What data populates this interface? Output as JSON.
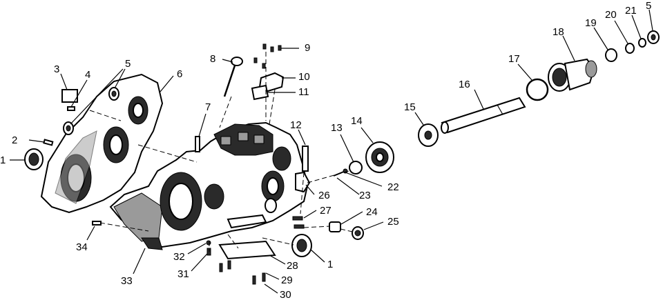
{
  "callouts": [
    "1",
    "2",
    "3",
    "4",
    "5",
    "6",
    "7",
    "8",
    "9",
    "10",
    "11",
    "12",
    "13",
    "14",
    "15",
    "16",
    "17",
    "18",
    "19",
    "20",
    "21",
    "22",
    "23",
    "24",
    "25",
    "26",
    "27",
    "28",
    "29",
    "30",
    "31",
    "32",
    "33",
    "34",
    "1",
    "5"
  ]
}
